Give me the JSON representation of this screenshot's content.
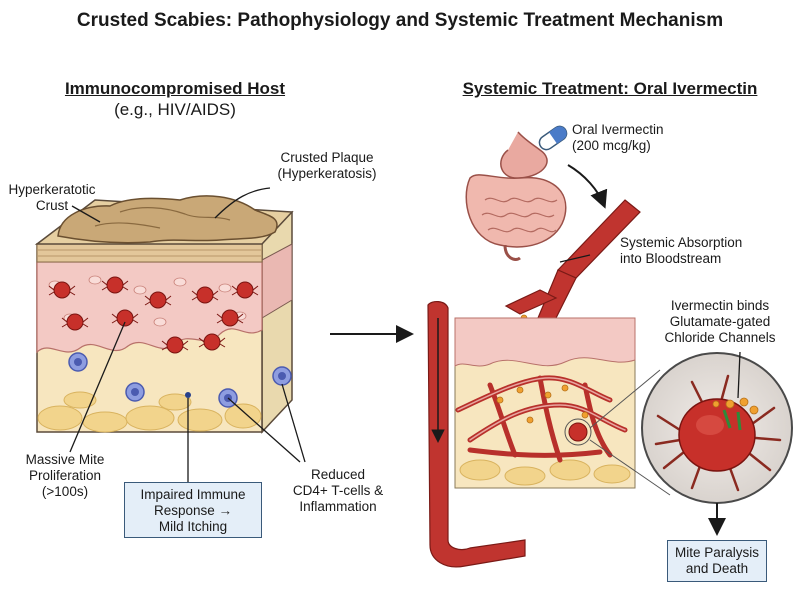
{
  "title": "Crusted Scabies: Pathophysiology and Systemic Treatment Mechanism",
  "left_panel": {
    "heading": "Immunocompromised Host",
    "subheading": "(e.g., HIV/AIDS)",
    "labels": {
      "hyperkeratotic_crust_line1": "Hyperkeratotic",
      "hyperkeratotic_crust_line2": "Crust",
      "crusted_plaque_line1": "Crusted Plaque",
      "crusted_plaque_line2": "(Hyperkeratosis)",
      "mite_proliferation_line1": "Massive Mite",
      "mite_proliferation_line2": "Proliferation",
      "mite_proliferation_line3": "(>100s)",
      "reduced_tcells_line1": "Reduced",
      "reduced_tcells_line2": "CD4+ T-cells &",
      "reduced_tcells_line3": "Inflammation"
    },
    "impaired_box": {
      "line1": "Impaired Immune",
      "line2": "Response",
      "line3": "Mild Itching"
    }
  },
  "right_panel": {
    "heading": "Systemic Treatment: Oral Ivermectin",
    "labels": {
      "drug_line1": "Oral Ivermectin",
      "drug_line2": "(200 mcg/kg)",
      "absorption_line1": "Systemic Absorption",
      "absorption_line2": "into Bloodstream",
      "binds_line1": "Ivermectin binds",
      "binds_line2": "Glutamate-gated",
      "binds_line3": "Chloride Channels"
    },
    "outcome_box": {
      "line1": "Mite Paralysis",
      "line2": "and Death"
    }
  },
  "colors": {
    "crust": "#c9a877",
    "skin_pink": "#f3c9c4",
    "dermis": "#f7e6bf",
    "mite": "#c7302a",
    "vessel": "#c0342f",
    "drug_dot": "#f0a030",
    "box_fill": "#e4eef8",
    "box_border": "#3a5a7a"
  }
}
